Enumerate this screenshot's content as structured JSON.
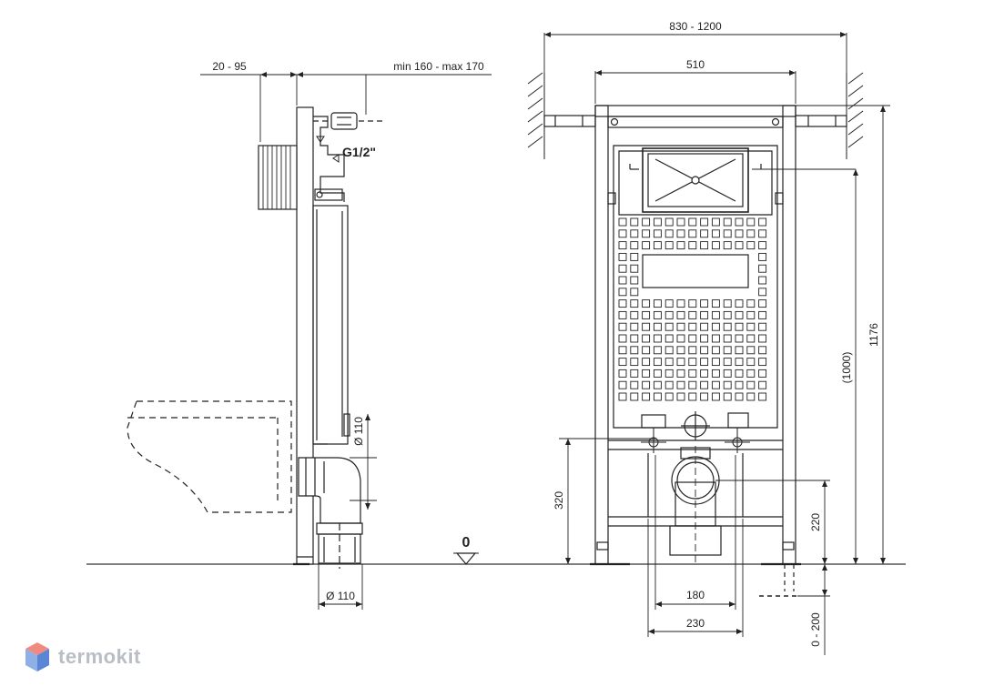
{
  "dimensions": {
    "side_offset": "20 - 95",
    "side_depth": "min 160 - max 170",
    "thread": "G1/2\"",
    "pipe_110_vertical": "Ø 110",
    "pipe_110_bottom": "Ø 110",
    "zero_mark": "0",
    "total_width": "830 - 1200",
    "frame_width": "510",
    "height_total": "1176",
    "height_button": "(1000)",
    "height_inlet": "320",
    "height_drain": "220",
    "bolt_spacing": "180",
    "drain_width": "230",
    "floor_range": "0 - 200"
  },
  "brand": {
    "name": "termokit",
    "colors": {
      "top": "#f08a80",
      "left": "#8fb0e6",
      "right": "#5b86d6"
    }
  }
}
